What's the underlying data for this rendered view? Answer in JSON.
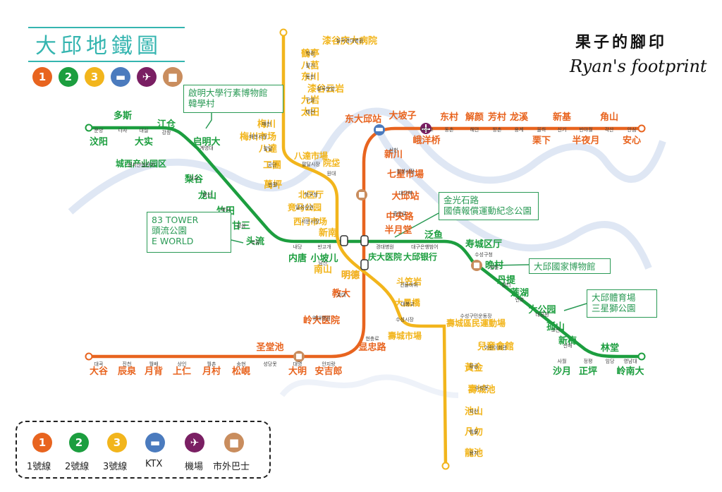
{
  "title": "大邱地鐵圖",
  "brand": {
    "line1": "果子的腳印",
    "line2": "Ryan's footprint"
  },
  "legend": {
    "line1": {
      "symbol": "1",
      "label": "1號線",
      "color": "#e8641f"
    },
    "line2": {
      "symbol": "2",
      "label": "2號線",
      "color": "#1c9e3f"
    },
    "line3": {
      "symbol": "3",
      "label": "3號線",
      "color": "#f2b51c"
    },
    "ktx": {
      "label": "KTX",
      "color": "#4b7bbe",
      "icon": "train-icon"
    },
    "airport": {
      "label": "機場",
      "color": "#7a1f63",
      "icon": "airplane-icon"
    },
    "bus": {
      "label": "市外巴士",
      "color": "#c98d5e",
      "icon": "bus-icon"
    }
  },
  "callouts": {
    "c1": "啟明大學行素博物館\n韓學村",
    "c2": "83 TOWER\n頭流公園\nE WORLD",
    "c3": "金光石路\n國債報償運動紀念公園",
    "c4": "大邱國家博物館",
    "c5": "大邱體育場\n三星獅公園"
  },
  "line1_color": "#e8641f",
  "line2_color": "#1c9e3f",
  "line3_color": "#f2b51c",
  "stations_line1": [
    {
      "cn": "大谷",
      "kr": "대곡"
    },
    {
      "cn": "辰泉",
      "kr": "진천"
    },
    {
      "cn": "月背",
      "kr": "월배"
    },
    {
      "cn": "上仁",
      "kr": "상인"
    },
    {
      "cn": "月村",
      "kr": "월촌"
    },
    {
      "cn": "松峴",
      "kr": "송현"
    },
    {
      "cn": "圣堂池",
      "kr": "성당못"
    },
    {
      "cn": "大明",
      "kr": "대명"
    },
    {
      "cn": "安吉郎",
      "kr": "안지랑"
    },
    {
      "cn": "显忠路",
      "kr": "현충로"
    },
    {
      "cn": "岭大医院",
      "kr": "영대병원"
    },
    {
      "cn": "教大",
      "kr": "교대"
    },
    {
      "cn": "明德",
      "kr": "명덕"
    },
    {
      "cn": "半月堂",
      "kr": "반월당"
    },
    {
      "cn": "中央路",
      "kr": "중앙로"
    },
    {
      "cn": "大邱站",
      "kr": "대구역"
    },
    {
      "cn": "七星市場",
      "kr": "칠성시장"
    },
    {
      "cn": "新川",
      "kr": "신천"
    },
    {
      "cn": "东大邱站",
      "kr": "동대구역"
    },
    {
      "cn": "大坡子",
      "kr": "큰고개"
    },
    {
      "cn": "峨洋桥",
      "kr": "아양교"
    },
    {
      "cn": "东村",
      "kr": "동촌"
    },
    {
      "cn": "解颜",
      "kr": "해안"
    },
    {
      "cn": "芳村",
      "kr": "방촌"
    },
    {
      "cn": "龙溪",
      "kr": "용계"
    },
    {
      "cn": "栗下",
      "kr": "율하"
    },
    {
      "cn": "新基",
      "kr": "신기"
    },
    {
      "cn": "半夜月",
      "kr": "반야월"
    },
    {
      "cn": "角山",
      "kr": "각산"
    },
    {
      "cn": "安心",
      "kr": "안심"
    }
  ],
  "stations_line2": [
    {
      "cn": "汶阳",
      "kr": "문양"
    },
    {
      "cn": "多斯",
      "kr": "다사"
    },
    {
      "cn": "大实",
      "kr": "대실"
    },
    {
      "cn": "江仓",
      "kr": "강창"
    },
    {
      "cn": "启明大",
      "kr": "계명대"
    },
    {
      "cn": "城西产业园区",
      "kr": "성서산업단지"
    },
    {
      "cn": "梨谷",
      "kr": "이곡"
    },
    {
      "cn": "龙山",
      "kr": "용산"
    },
    {
      "cn": "竹田",
      "kr": "죽전"
    },
    {
      "cn": "甘三",
      "kr": "감삼"
    },
    {
      "cn": "头流",
      "kr": "두류"
    },
    {
      "cn": "内唐",
      "kr": "내당"
    },
    {
      "cn": "小坡儿",
      "kr": "반고개"
    },
    {
      "cn": "庆大医院",
      "kr": "경대병원"
    },
    {
      "cn": "大邱银行",
      "kr": "대구은행"
    },
    {
      "cn": "泛鱼",
      "kr": "범어"
    },
    {
      "cn": "寿城区厅",
      "kr": "수성구청"
    },
    {
      "cn": "晩村",
      "kr": "만촌"
    },
    {
      "cn": "丹提",
      "kr": "담티"
    },
    {
      "cn": "莲湖",
      "kr": "연호"
    },
    {
      "cn": "大公园",
      "kr": "대공원"
    },
    {
      "cn": "孤山",
      "kr": "고산"
    },
    {
      "cn": "新梅",
      "kr": "신매"
    },
    {
      "cn": "沙月",
      "kr": "사월"
    },
    {
      "cn": "正坪",
      "kr": "정평"
    },
    {
      "cn": "林堂",
      "kr": "임당"
    },
    {
      "cn": "岭南大",
      "kr": "영남대"
    }
  ],
  "stations_line3": [
    {
      "cn": "漆谷庆大病院",
      "kr": "칠곡경대병원"
    },
    {
      "cn": "鶴亭",
      "kr": "학정"
    },
    {
      "cn": "八莒",
      "kr": "팔거"
    },
    {
      "cn": "东川",
      "kr": "동천"
    },
    {
      "cn": "漆谷云岩",
      "kr": "칠곡운암"
    },
    {
      "cn": "九岩",
      "kr": "구암"
    },
    {
      "cn": "太田",
      "kr": "태전"
    },
    {
      "cn": "梅川",
      "kr": "매천"
    },
    {
      "cn": "梅川市场",
      "kr": "매천시장"
    },
    {
      "cn": "八達",
      "kr": "팔달"
    },
    {
      "cn": "工團",
      "kr": "공단"
    },
    {
      "cn": "萬坪",
      "kr": "만평"
    },
    {
      "cn": "八達市場",
      "kr": "팔달시장"
    },
    {
      "cn": "院垈",
      "kr": "원대"
    },
    {
      "cn": "北区厅",
      "kr": "북구청"
    },
    {
      "cn": "竟马公园",
      "kr": "달성공원"
    },
    {
      "cn": "西门市场",
      "kr": "서문시장"
    },
    {
      "cn": "新南",
      "kr": "신남"
    },
    {
      "cn": "南山",
      "kr": "남산"
    },
    {
      "cn": "明德",
      "kr": "명덕"
    },
    {
      "cn": "斗笠岩",
      "kr": "건들바위"
    },
    {
      "cn": "大鳳橋",
      "kr": "대봉교"
    },
    {
      "cn": "壽城市場",
      "kr": "수성시장"
    },
    {
      "cn": "壽城區民運動場",
      "kr": "수성구민운동장"
    },
    {
      "cn": "兒童會館",
      "kr": "어린이회관"
    },
    {
      "cn": "黃金",
      "kr": "황금"
    },
    {
      "cn": "壽城池",
      "kr": "수성못"
    },
    {
      "cn": "池山",
      "kr": "지산"
    },
    {
      "cn": "凡勿",
      "kr": "범물"
    },
    {
      "cn": "龍池",
      "kr": "용지"
    }
  ]
}
